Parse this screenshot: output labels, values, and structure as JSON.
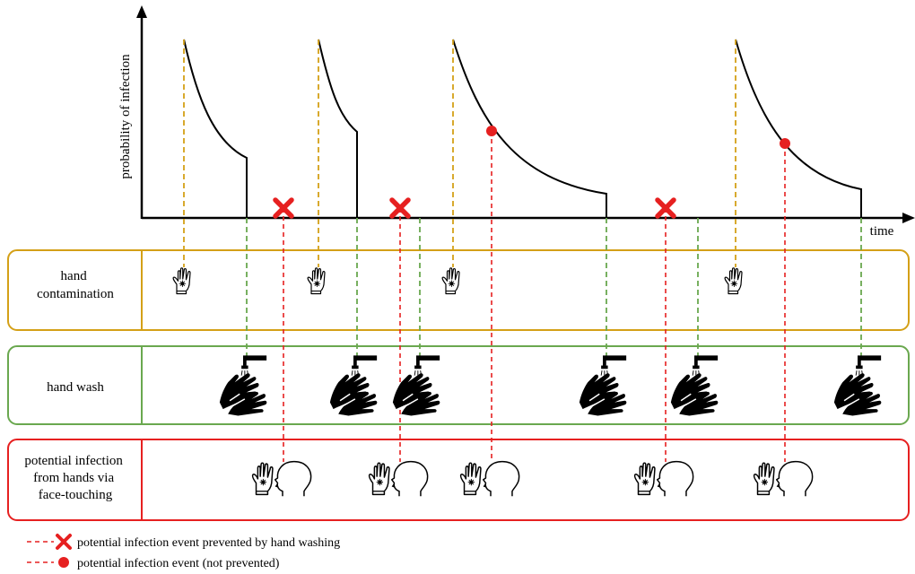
{
  "axes": {
    "ylabel": "probability of infection",
    "xlabel": "time"
  },
  "rows": {
    "contamination": {
      "label": "hand contamination"
    },
    "wash": {
      "label": "hand wash"
    },
    "infection": {
      "label": "potential infection from hands via face-touching"
    }
  },
  "events": {
    "contamination_times": [
      205,
      355,
      505,
      820
    ],
    "wash_times": [
      275,
      398,
      468,
      676,
      778,
      960
    ],
    "face_touch": [
      {
        "time": 316,
        "prevented": true
      },
      {
        "time": 446,
        "prevented": true
      },
      {
        "time": 548,
        "prevented": false
      },
      {
        "time": 742,
        "prevented": true
      },
      {
        "time": 875,
        "prevented": false
      }
    ]
  },
  "colors": {
    "contamination": "#d4a017",
    "wash": "#6aa84f",
    "infection": "#e62020",
    "axis": "#000000"
  },
  "icons": {
    "contamination": "contaminated-hand-icon",
    "wash": "hand-wash-icon",
    "infection": "hand-face-touch-icon",
    "prevented": "red-x-icon",
    "not_prevented": "red-dot-icon"
  },
  "legend": [
    {
      "marker": "x",
      "text": "potential infection event prevented by hand washing"
    },
    {
      "marker": "dot",
      "text": "potential infection event (not prevented)"
    }
  ]
}
